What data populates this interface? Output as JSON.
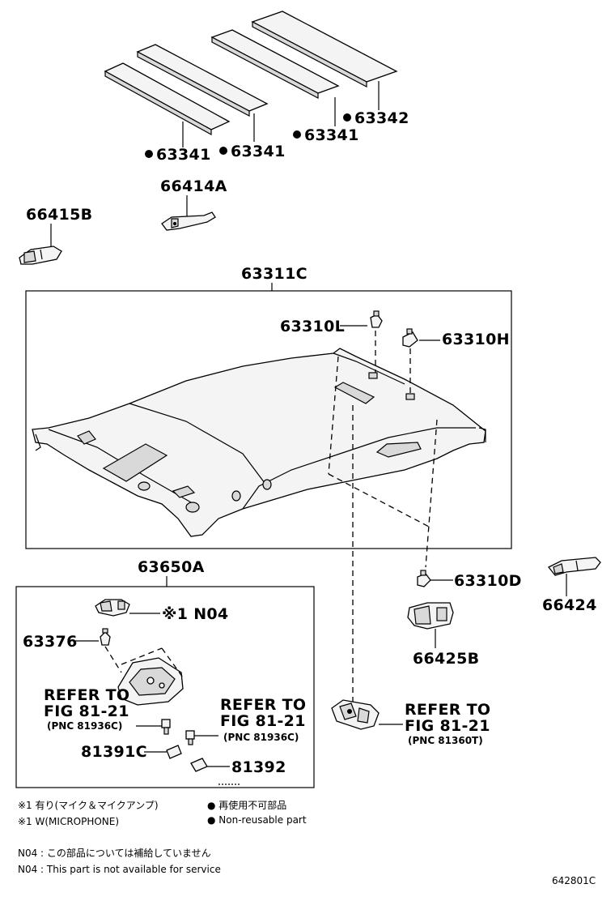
{
  "labels": {
    "p63341_a": "63341",
    "p63341_b": "63341",
    "p63341_c": "63341",
    "p63342": "63342",
    "p66414A": "66414A",
    "p66415B": "66415B",
    "p63311C": "63311C",
    "p63310L": "63310L",
    "p63310H": "63310H",
    "p63310D": "63310D",
    "p66424": "66424",
    "p66425B": "66425B",
    "p63650A": "63650A",
    "p63376": "63376",
    "n04_ref": "※1 N04",
    "p81391C": "81391C",
    "p81392": "81392"
  },
  "refers": {
    "left": {
      "line1": "REFER TO",
      "line2": "FIG 81-21",
      "line3": "(PNC 81936C)"
    },
    "middle": {
      "line1": "REFER TO",
      "line2": "FIG 81-21",
      "line3": "(PNC 81936C)"
    },
    "right": {
      "line1": "REFER TO",
      "line2": "FIG 81-21",
      "line3": "(PNC 81360T)"
    }
  },
  "legend": {
    "note1_jp": "※1  有り(マイク＆マイクアンプ)",
    "note1_en": "※1  W(MICROPHONE)",
    "bullet_jp": "● 再使用不可部品",
    "bullet_en": "● Non-reusable part",
    "n04_jp": "N04 : この部品については補給していません",
    "n04_en": "N04 : This part is not available for service"
  },
  "figure_id": "642801C",
  "bullet_symbol": "●"
}
